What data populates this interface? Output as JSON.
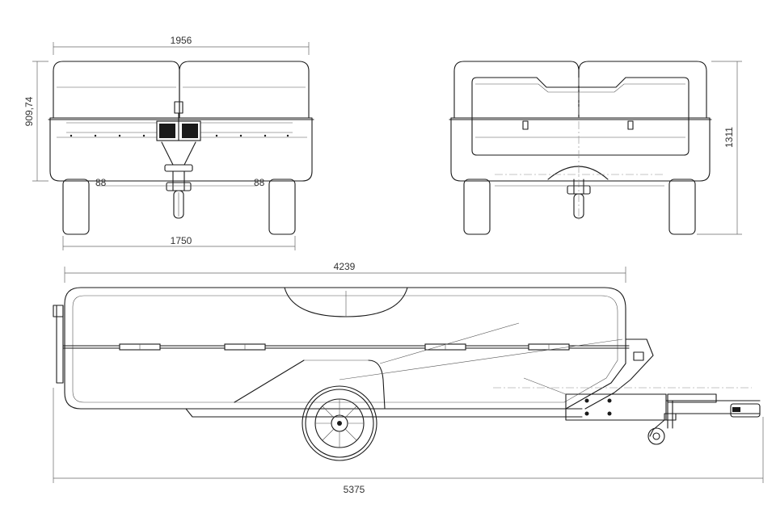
{
  "dimensions": {
    "front_width": "1956",
    "front_height": "909,74",
    "front_track": "1750",
    "rear_height": "1311",
    "body_length": "4239",
    "overall_length": "5375"
  }
}
